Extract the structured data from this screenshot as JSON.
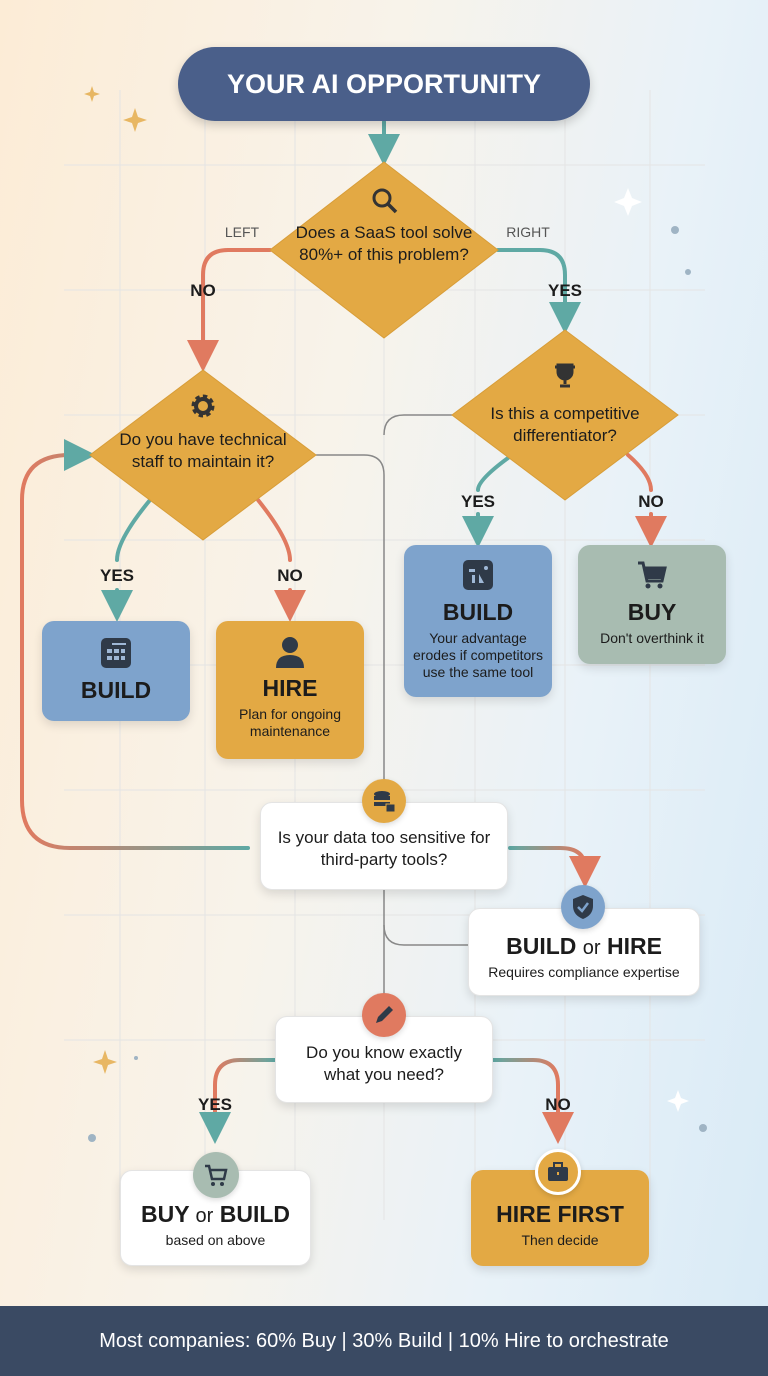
{
  "title": "YOUR AI OPPORTUNITY",
  "q1": {
    "text": "Does a SaaS tool solve 80%+ of this problem?",
    "icon": "search-icon",
    "left_hint": "LEFT",
    "right_hint": "RIGHT",
    "no": "NO",
    "yes": "YES"
  },
  "q2": {
    "text": "Do you have technical staff to maintain it?",
    "icon": "gear-icon",
    "yes": "YES",
    "no": "NO"
  },
  "q3": {
    "text": "Is this a competitive differentiator?",
    "icon": "trophy-icon",
    "yes": "YES",
    "no": "NO"
  },
  "r_build1": {
    "title": "BUILD",
    "icon": "calculator-icon"
  },
  "r_hire1": {
    "title": "HIRE",
    "sub": "Plan for ongoing maintenance",
    "icon": "person-icon"
  },
  "r_build2": {
    "title": "BUILD",
    "sub": "Your advantage erodes if competitors use the same tool",
    "icon": "dashboard-icon"
  },
  "r_buy": {
    "title": "BUY",
    "sub": "Don't overthink it",
    "icon": "cart-icon"
  },
  "q4": {
    "text": "Is your data too sensitive for third-party tools?",
    "icon": "database-lock-icon"
  },
  "r_buildhire": {
    "a": "BUILD",
    "or": "or",
    "b": "HIRE",
    "sub": "Requires compliance expertise",
    "icon": "shield-check-icon"
  },
  "q5": {
    "text": "Do you know exactly what you need?",
    "icon": "pencil-icon",
    "yes": "YES",
    "no": "NO"
  },
  "r_buybuild": {
    "a": "BUY",
    "or": "or",
    "b": "BUILD",
    "sub": "based on above",
    "icon": "cart-icon"
  },
  "r_hirefirst": {
    "title": "HIRE FIRST",
    "sub": "Then decide",
    "icon": "briefcase-icon"
  },
  "footer": "Most companies: 60% Buy | 30% Build | 10% Hire to orchestrate",
  "colors": {
    "navy": "#4a5f8a",
    "gold": "#e3a944",
    "blue": "#7ea3cc",
    "sage": "#a8bcb1",
    "teal": "#5fa9a4",
    "coral": "#e07a60",
    "footer": "#3a4a63"
  }
}
